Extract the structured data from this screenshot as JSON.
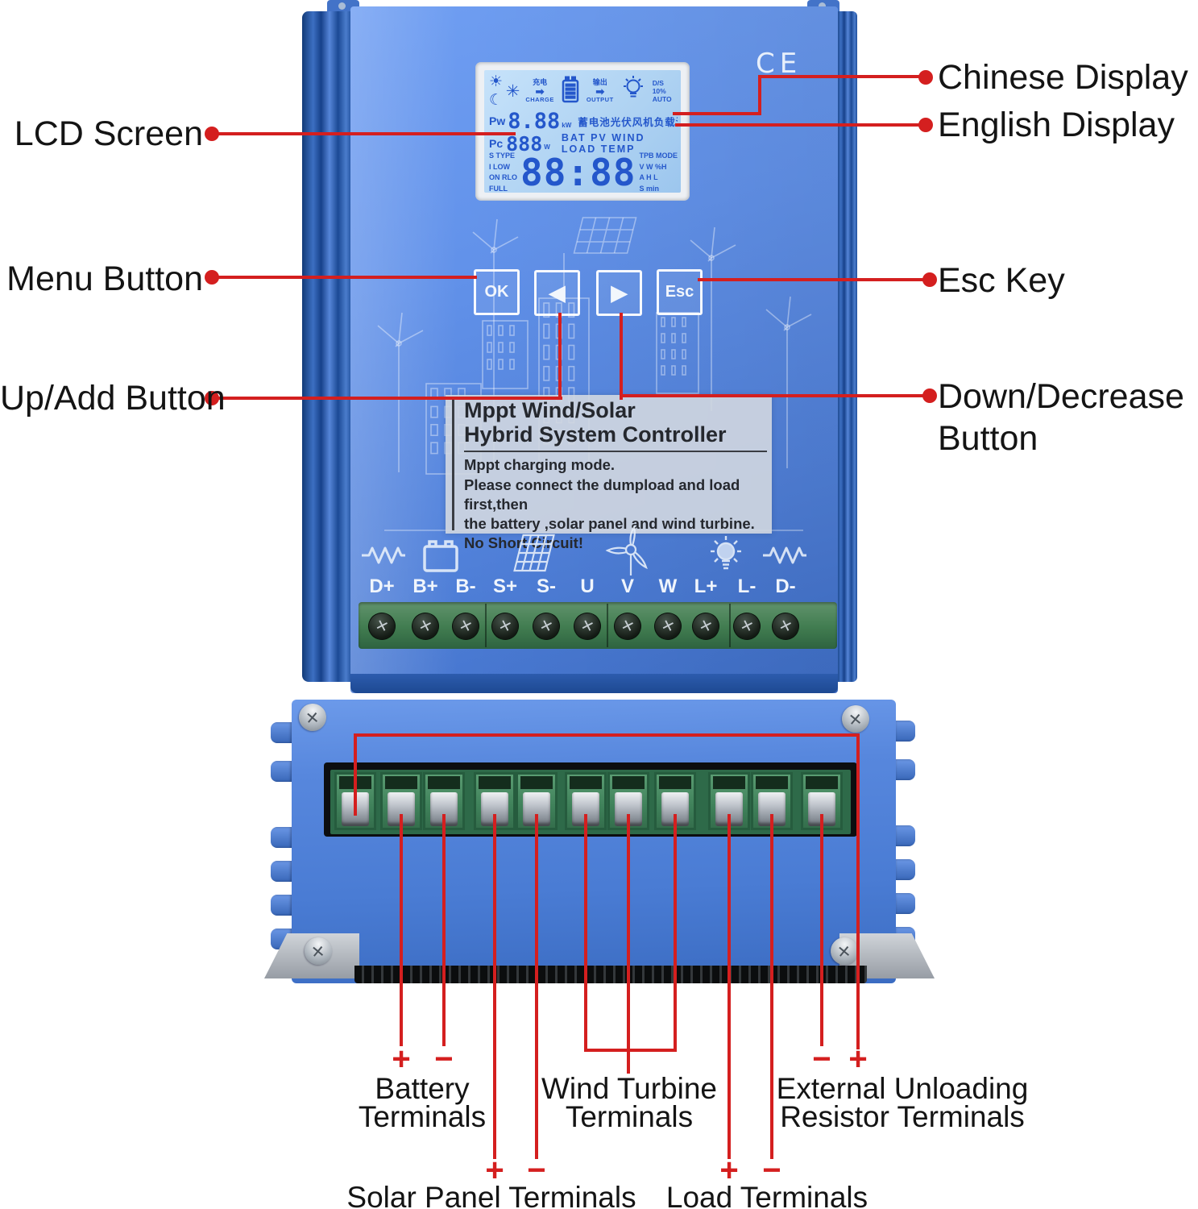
{
  "annotations": {
    "lcd_screen": "LCD Screen",
    "menu_button": "Menu Button",
    "up_add_button": "Up/Add Button",
    "chinese_display": "Chinese Display",
    "english_display": "English Display",
    "esc_key": "Esc Key",
    "down_decrease_button": [
      "Down/Decrease",
      "Button"
    ]
  },
  "front": {
    "ce_mark": "CE",
    "lcd": {
      "sun_moon": "☀☾",
      "snowflake": "✳",
      "charge_cn": "充电",
      "charge_arrow": "➡",
      "charge_en": "CHARGE",
      "output_cn": "输出",
      "output_arrow": "➡",
      "output_en": "OUTPUT",
      "status_col": "D/S\n10%\nAUTO",
      "pw_label": "Pw",
      "pw_value": "8.88",
      "pw_unit": "kW",
      "cn_row": "蓄电池光伏风机负载温度",
      "pc_label": "Pc",
      "pc_value": "888",
      "pc_unit": "W",
      "en_row": "BAT PV WIND LOAD TEMP",
      "left_col": "S TYPE\nI LOW\nON RLO\nFULL",
      "clock": "88:88",
      "right_col": "TPB MODE\nV W %H\nA H L\nS min"
    },
    "buttons": {
      "ok": "OK",
      "left": "◀",
      "right": "▶",
      "esc": "Esc"
    },
    "plate": {
      "title": [
        "Mppt Wind/Solar",
        "Hybrid System Controller"
      ],
      "body": [
        "Mppt charging mode.",
        "Please connect the dumpload and load first,then",
        "the battery ,solar panel and wind turbine.",
        "No Short Circuit!"
      ]
    },
    "terminal_labels": [
      "D+",
      "B+",
      "B-",
      "S+",
      "S-",
      "U",
      "V",
      "W",
      "L+",
      "L-",
      "D-"
    ],
    "terminal_icons": [
      "resistor-icon",
      "battery-icon",
      "solar-panel-icon",
      "wind-turbine-icon",
      "bulb-icon",
      "resistor-icon"
    ]
  },
  "bottom_labels": {
    "battery": [
      "Battery",
      "Terminals"
    ],
    "wind": [
      "Wind Turbine",
      "Terminals"
    ],
    "external": [
      "External Unloading",
      "Resistor Terminals"
    ],
    "solar": "Solar Panel Terminals",
    "load": "Load Terminals",
    "plus": "+",
    "minus": "−"
  },
  "colors": {
    "annotation_red": "#d41f1f",
    "device_blue": "#5787dd",
    "lcd_segment_blue": "#2457cb",
    "terminal_green": "#3f815a"
  }
}
